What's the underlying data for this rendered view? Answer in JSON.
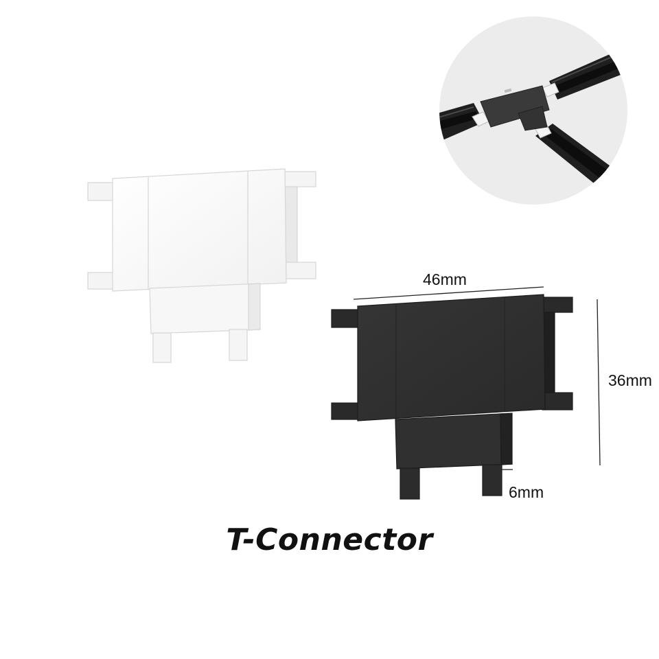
{
  "dimensions": {
    "width": "46mm",
    "height": "36mm",
    "pin_width": "6mm"
  },
  "caption": "T-Connector",
  "colors": {
    "white_variant": "#f7f7f7",
    "black_variant": "#2e2e2e",
    "inset_background": "#ececec",
    "text": "#111111"
  },
  "icons": [
    "t-connector-white-product",
    "t-connector-black-product",
    "track-junction-inset"
  ]
}
